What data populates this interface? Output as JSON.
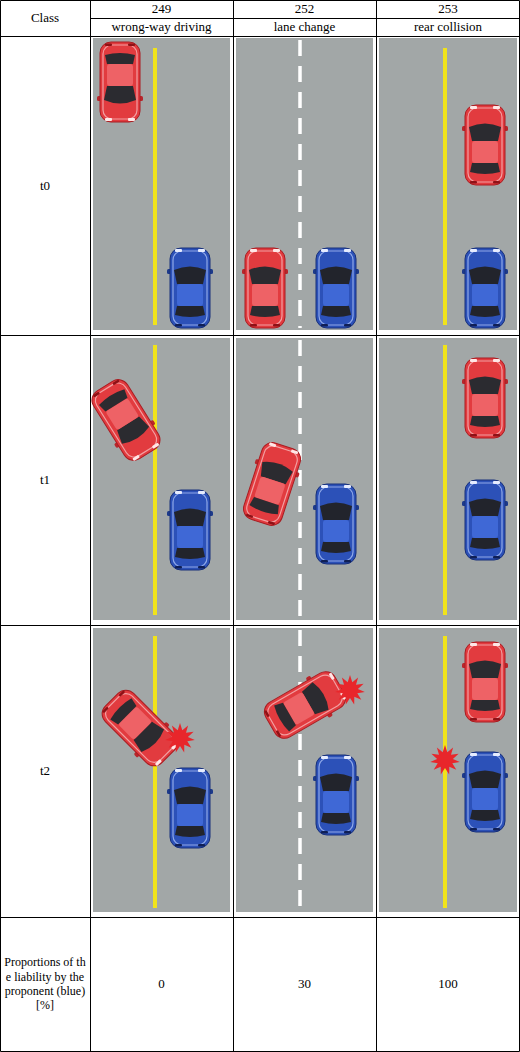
{
  "diagram": {
    "labels": [
      "Class",
      "249",
      "252",
      "253",
      "wrong-way driving",
      "lane change",
      "rear collision",
      "t0",
      "t1",
      "t2",
      "Proportions of the liability by the proponent (blue) [%]",
      "0",
      "30",
      "100"
    ]
  }
}
